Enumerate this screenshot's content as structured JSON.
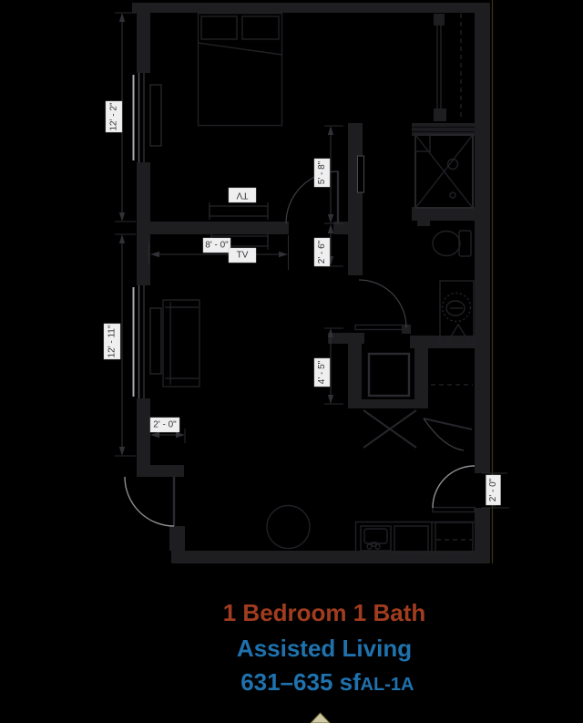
{
  "floor_plan": {
    "title": {
      "line1": "1 Bedroom 1 Bath",
      "line2": "Assisted Living",
      "area": "631–635 sf",
      "unit_code": "AL-1A"
    },
    "colors": {
      "background": "#000000",
      "title_line1": "#a23c1f",
      "title_accent": "#1f72ad",
      "wall": "#1e1e21",
      "dim_label_box": "#efeff0"
    },
    "dims": {
      "bedroom_depth": "12' - 2\"",
      "living_depth": "12' - 11\"",
      "tv_wall_width": "8' - 0\"",
      "bath_hall_depth": "5' - 8\"",
      "hall_nook_depth": "2' - 6\"",
      "laundry_closet_depth": "4' - 5\"",
      "side_door_width": "2' - 0\"",
      "entry_door_width": "2' - 0\""
    },
    "labels": {
      "bedroom_tv": "TV",
      "living_tv": "TV"
    }
  }
}
